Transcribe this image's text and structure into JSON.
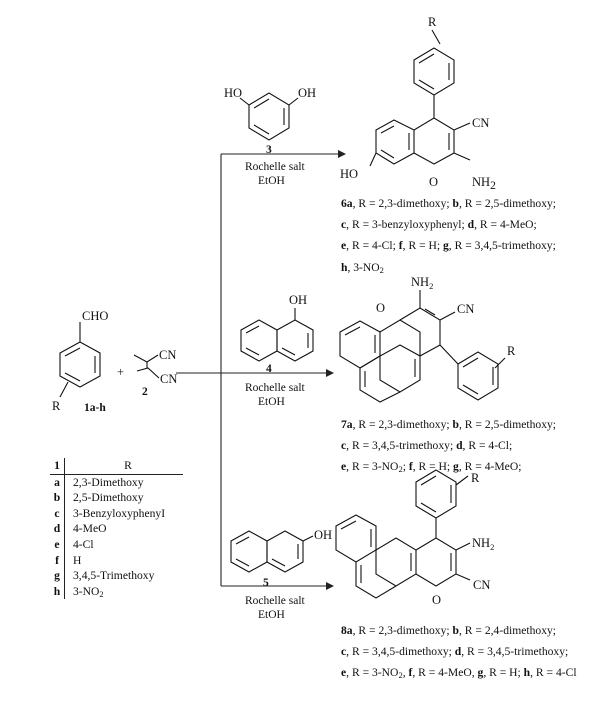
{
  "reactants": {
    "aldehyde_group": "CHO",
    "aldehyde_substituent": "R",
    "aldehyde_label": "1a-h",
    "plus": "+",
    "nitrile_top": "CN",
    "nitrile_bottom": "CN",
    "nitrile_label": "2"
  },
  "reagents": {
    "resorcinol": {
      "oh_left": "HO",
      "oh_right": "OH",
      "label": "3"
    },
    "naphthol_1": {
      "oh": "OH",
      "label": "4"
    },
    "naphthol_2": {
      "oh": "OH",
      "label": "5"
    },
    "conditions_line1": "Rochelle salt",
    "conditions_line2": "EtOH"
  },
  "product6": {
    "r": "R",
    "cn": "CN",
    "nh2": "NH",
    "nh2_sub": "2",
    "o": "O",
    "ho": "HO",
    "lines": [
      {
        "bold": "6a",
        "text": ", R = 2,3-dimethoxy;  "
      },
      {
        "bold": "b",
        "text": ", R = 2,5-dimethoxy;"
      },
      {
        "bold": "c",
        "text": ", R = 3-benzyloxyphenyl; "
      },
      {
        "bold": "d",
        "text": ", R = 4-MeO;"
      },
      {
        "bold": "e",
        "text": ", R = 4-Cl; "
      },
      {
        "bold": "f",
        "text": ", R = H; "
      },
      {
        "bold": "g",
        "text": ", R = 3,4,5-trimethoxy;"
      },
      {
        "bold": "h",
        "text": ", 3-NO"
      }
    ]
  },
  "product7": {
    "r": "R",
    "cn": "CN",
    "nh2": "NH",
    "nh2_sub": "2",
    "o": "O",
    "lines": [
      {
        "bold": "7a",
        "text": ", R = 2,3-dimethoxy;  "
      },
      {
        "bold": "b",
        "text": ", R = 2,5-dimethoxy;"
      },
      {
        "bold": "c",
        "text": ", R = 3,4,5-trimethoxy; "
      },
      {
        "bold": "d",
        "text": ", R = 4-Cl;"
      },
      {
        "bold": "e",
        "text": ", R = 3-NO"
      },
      {
        "bold": "f",
        "text": ", R = H; "
      },
      {
        "bold": "g",
        "text": ", R = 4-MeO;"
      }
    ]
  },
  "product8": {
    "r": "R",
    "cn": "CN",
    "nh2": "NH",
    "nh2_sub": "2",
    "o": "O",
    "lines": [
      {
        "bold": "8a",
        "text": ", R = 2,3-dimethoxy;  "
      },
      {
        "bold": "b",
        "text": ", R = 2,4-dimethoxy;"
      },
      {
        "bold": "c",
        "text": ", R = 3,4,5-dimethoxy;  "
      },
      {
        "bold": "d",
        "text": ", R = 3,4,5-trimethoxy;"
      },
      {
        "bold": "e",
        "text": ", R = 3-NO"
      },
      {
        "bold": "f",
        "text": ", R = 4-MeO, "
      },
      {
        "bold": "g",
        "text": ", R = H; "
      },
      {
        "bold": "h",
        "text": ", R = 4-Cl"
      }
    ]
  },
  "substituent_table": {
    "header": {
      "key": "1",
      "value": "R"
    },
    "rows": [
      {
        "key": "a",
        "value": "2,3-Dimethoxy"
      },
      {
        "key": "b",
        "value": "2,5-Dimethoxy"
      },
      {
        "key": "c",
        "value": "3-BenzyloxyphenyI"
      },
      {
        "key": "d",
        "value": "4-MeO"
      },
      {
        "key": "e",
        "value": "4-Cl"
      },
      {
        "key": "f",
        "value": "H"
      },
      {
        "key": "g",
        "value": "3,4,5-Trimethoxy"
      },
      {
        "key": "h",
        "value": "3-NO"
      }
    ]
  }
}
